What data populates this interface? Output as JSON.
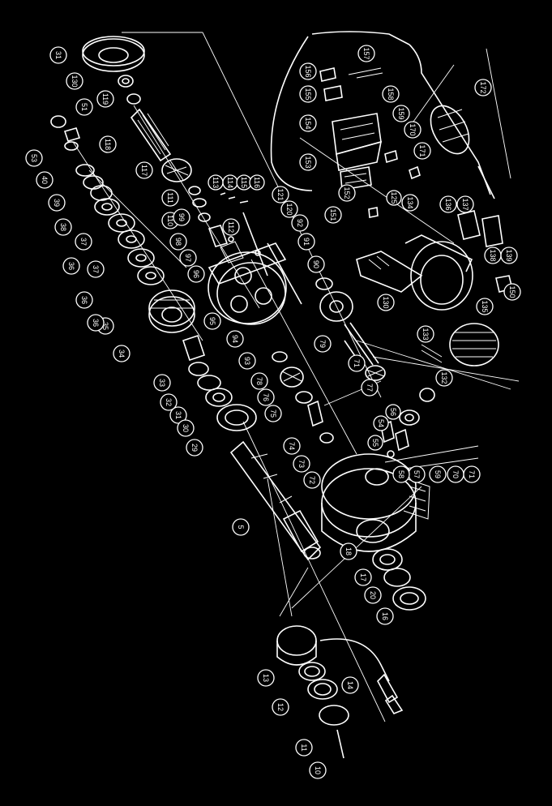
{
  "diagram": {
    "callouts": [
      {
        "id": "c31",
        "label": "31"
      },
      {
        "id": "c130",
        "label": "130"
      },
      {
        "id": "c119",
        "label": "119"
      },
      {
        "id": "c51",
        "label": "51"
      },
      {
        "id": "c53",
        "label": "53"
      },
      {
        "id": "c118",
        "label": "118"
      },
      {
        "id": "c117",
        "label": "117"
      },
      {
        "id": "c40",
        "label": "40"
      },
      {
        "id": "c39",
        "label": "39"
      },
      {
        "id": "c38",
        "label": "38"
      },
      {
        "id": "c37a",
        "label": "37"
      },
      {
        "id": "c36a",
        "label": "36"
      },
      {
        "id": "c37b",
        "label": "37"
      },
      {
        "id": "c36b",
        "label": "36"
      },
      {
        "id": "c35",
        "label": "35"
      },
      {
        "id": "c36c",
        "label": "36"
      },
      {
        "id": "c34",
        "label": "34"
      },
      {
        "id": "c33",
        "label": "33"
      },
      {
        "id": "c32",
        "label": "32"
      },
      {
        "id": "c31b",
        "label": "31"
      },
      {
        "id": "c30",
        "label": "30"
      },
      {
        "id": "c29",
        "label": "29"
      },
      {
        "id": "c5",
        "label": "5"
      },
      {
        "id": "c113",
        "label": "113"
      },
      {
        "id": "c114",
        "label": "114"
      },
      {
        "id": "c115",
        "label": "115"
      },
      {
        "id": "c116",
        "label": "116"
      },
      {
        "id": "c111",
        "label": "111"
      },
      {
        "id": "c110",
        "label": "110"
      },
      {
        "id": "c99",
        "label": "99"
      },
      {
        "id": "c98",
        "label": "98"
      },
      {
        "id": "c97",
        "label": "97"
      },
      {
        "id": "c96",
        "label": "96"
      },
      {
        "id": "c112",
        "label": "112"
      },
      {
        "id": "c121",
        "label": "121"
      },
      {
        "id": "c120",
        "label": "120"
      },
      {
        "id": "c92",
        "label": "92"
      },
      {
        "id": "c91",
        "label": "91"
      },
      {
        "id": "c90",
        "label": "90"
      },
      {
        "id": "c95",
        "label": "95"
      },
      {
        "id": "c94",
        "label": "94"
      },
      {
        "id": "c93",
        "label": "93"
      },
      {
        "id": "c78",
        "label": "78"
      },
      {
        "id": "c76",
        "label": "76"
      },
      {
        "id": "c75",
        "label": "75"
      },
      {
        "id": "c74",
        "label": "74"
      },
      {
        "id": "c73",
        "label": "73"
      },
      {
        "id": "c72",
        "label": "72"
      },
      {
        "id": "c79",
        "label": "79"
      },
      {
        "id": "c77",
        "label": "77"
      },
      {
        "id": "c157",
        "label": "157"
      },
      {
        "id": "c156",
        "label": "156"
      },
      {
        "id": "c155",
        "label": "155"
      },
      {
        "id": "c154",
        "label": "154"
      },
      {
        "id": "c158",
        "label": "158"
      },
      {
        "id": "c159",
        "label": "159"
      },
      {
        "id": "c170",
        "label": "170"
      },
      {
        "id": "c171",
        "label": "171"
      },
      {
        "id": "c153",
        "label": "153"
      },
      {
        "id": "c152",
        "label": "152"
      },
      {
        "id": "c151",
        "label": "151"
      },
      {
        "id": "c172",
        "label": "172"
      },
      {
        "id": "c125",
        "label": "125"
      },
      {
        "id": "c134",
        "label": "134"
      },
      {
        "id": "c136",
        "label": "136"
      },
      {
        "id": "c137",
        "label": "137"
      },
      {
        "id": "c138",
        "label": "138"
      },
      {
        "id": "c139",
        "label": "139"
      },
      {
        "id": "c150",
        "label": "150"
      },
      {
        "id": "c135",
        "label": "135"
      },
      {
        "id": "c133",
        "label": "133"
      },
      {
        "id": "c132",
        "label": "132"
      },
      {
        "id": "c130b",
        "label": "130"
      },
      {
        "id": "c71b",
        "label": "71"
      },
      {
        "id": "c54",
        "label": "54"
      },
      {
        "id": "c55",
        "label": "55"
      },
      {
        "id": "c56",
        "label": "56"
      },
      {
        "id": "c57",
        "label": "57"
      },
      {
        "id": "c58",
        "label": "58"
      },
      {
        "id": "c59",
        "label": "59"
      },
      {
        "id": "c70",
        "label": "70"
      },
      {
        "id": "c71",
        "label": "71"
      },
      {
        "id": "c18",
        "label": "18"
      },
      {
        "id": "c17",
        "label": "17"
      },
      {
        "id": "c20",
        "label": "20"
      },
      {
        "id": "c16",
        "label": "16"
      },
      {
        "id": "c13",
        "label": "13"
      },
      {
        "id": "c14",
        "label": "14"
      },
      {
        "id": "c12",
        "label": "12"
      },
      {
        "id": "c11",
        "label": "11"
      },
      {
        "id": "c10",
        "label": "10"
      }
    ]
  }
}
